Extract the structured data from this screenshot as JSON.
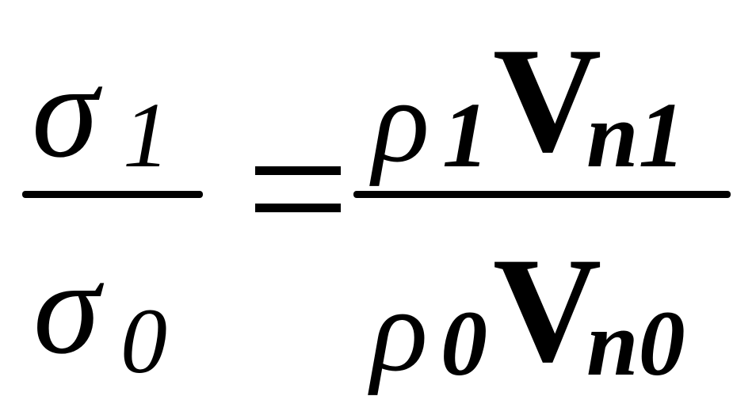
{
  "equation": {
    "lhs": {
      "numerator": {
        "symbol": "σ",
        "subscript": "1"
      },
      "denominator": {
        "symbol": "σ",
        "subscript": "0"
      }
    },
    "relation": "=",
    "rhs": {
      "numerator": {
        "density_symbol": "ρ",
        "density_subscript": "1",
        "velocity_symbol": "V",
        "velocity_subscript": "n1"
      },
      "denominator": {
        "density_symbol": "ρ",
        "density_subscript": "0",
        "velocity_symbol": "V",
        "velocity_subscript": "n0"
      }
    }
  }
}
